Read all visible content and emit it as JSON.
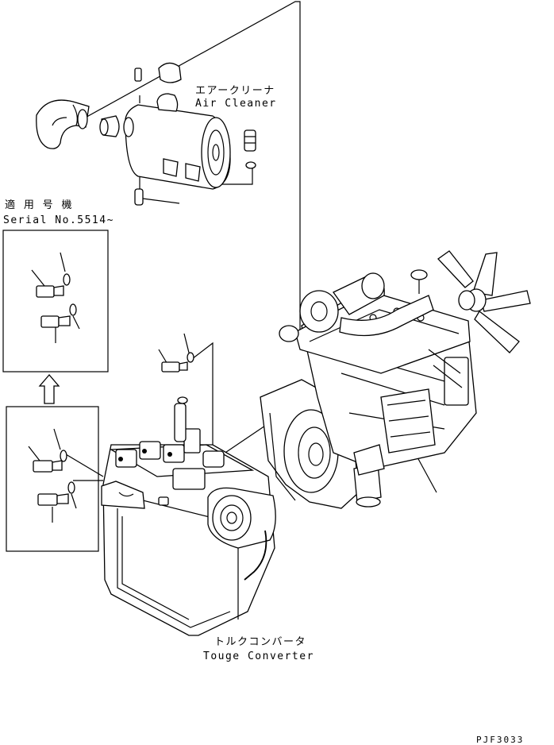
{
  "labels": {
    "air_cleaner_jp": "エアークリーナ",
    "air_cleaner_en": "Air Cleaner",
    "applicable_jp": "適 用 号 機",
    "serial_no": "Serial No.5514~",
    "torque_converter_jp": "トルクコンバータ",
    "torque_converter_en": "Touge Converter",
    "drawing_code": "PJF3033"
  }
}
